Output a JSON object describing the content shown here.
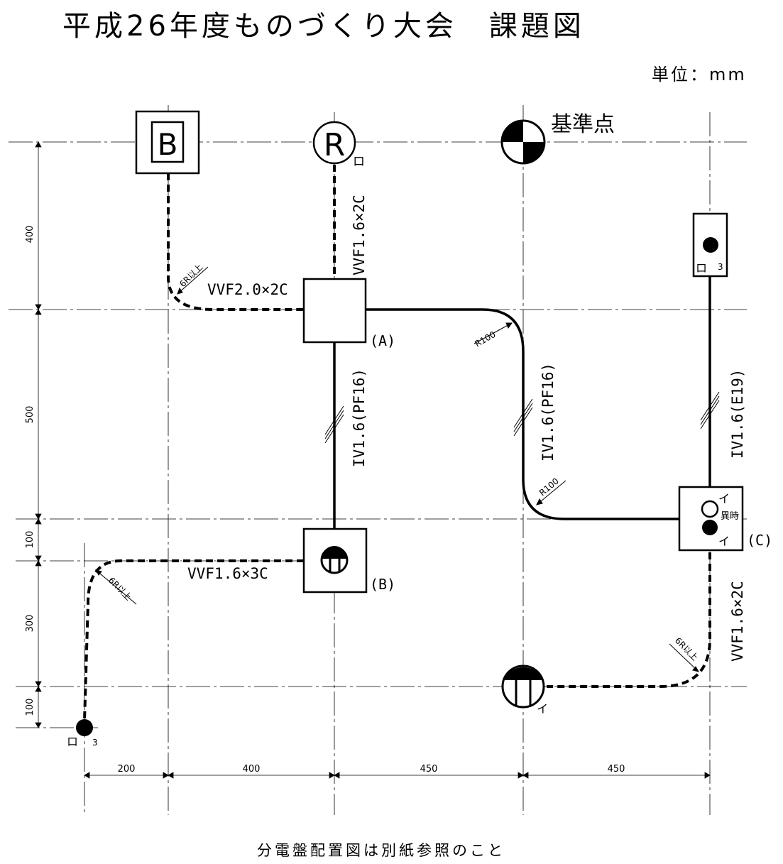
{
  "title": "平成26年度ものづくり大会　課題図",
  "unit_label": "単位：mm",
  "reference_point_label": "基準点",
  "footer_note": "分電盤配置図は別紙参照のこと",
  "devices": {
    "breaker_letter": "B",
    "receptacle_letter": "R",
    "ro": "ロ",
    "i": "イ",
    "sub3": "3",
    "ijiji": "異時",
    "box_a": "(A)",
    "box_b": "(B)",
    "box_c": "(C)"
  },
  "cables": {
    "vvf16x2c_top": "VVF1.6×2C",
    "vvf20x2c": "VVF2.0×2C",
    "iv16_pf16_a": "IV1.6(PF16)",
    "iv16_pf16_mid": "IV1.6(PF16)",
    "iv16_e19": "IV1.6(E19)",
    "vvf16x3c": "VVF1.6×3C",
    "vvf16x2c_right": "VVF1.6×2C"
  },
  "bend_labels": {
    "r100_top": "R100",
    "r100_bottom": "R100",
    "bend_6r_left": "6R以上",
    "bend_6r_bl": "6R以上",
    "bend_6r_br": "6R以上"
  },
  "dimensions": {
    "vertical": [
      "400",
      "500",
      "100",
      "300",
      "100"
    ],
    "horizontal": [
      "200",
      "400",
      "450",
      "450"
    ]
  }
}
